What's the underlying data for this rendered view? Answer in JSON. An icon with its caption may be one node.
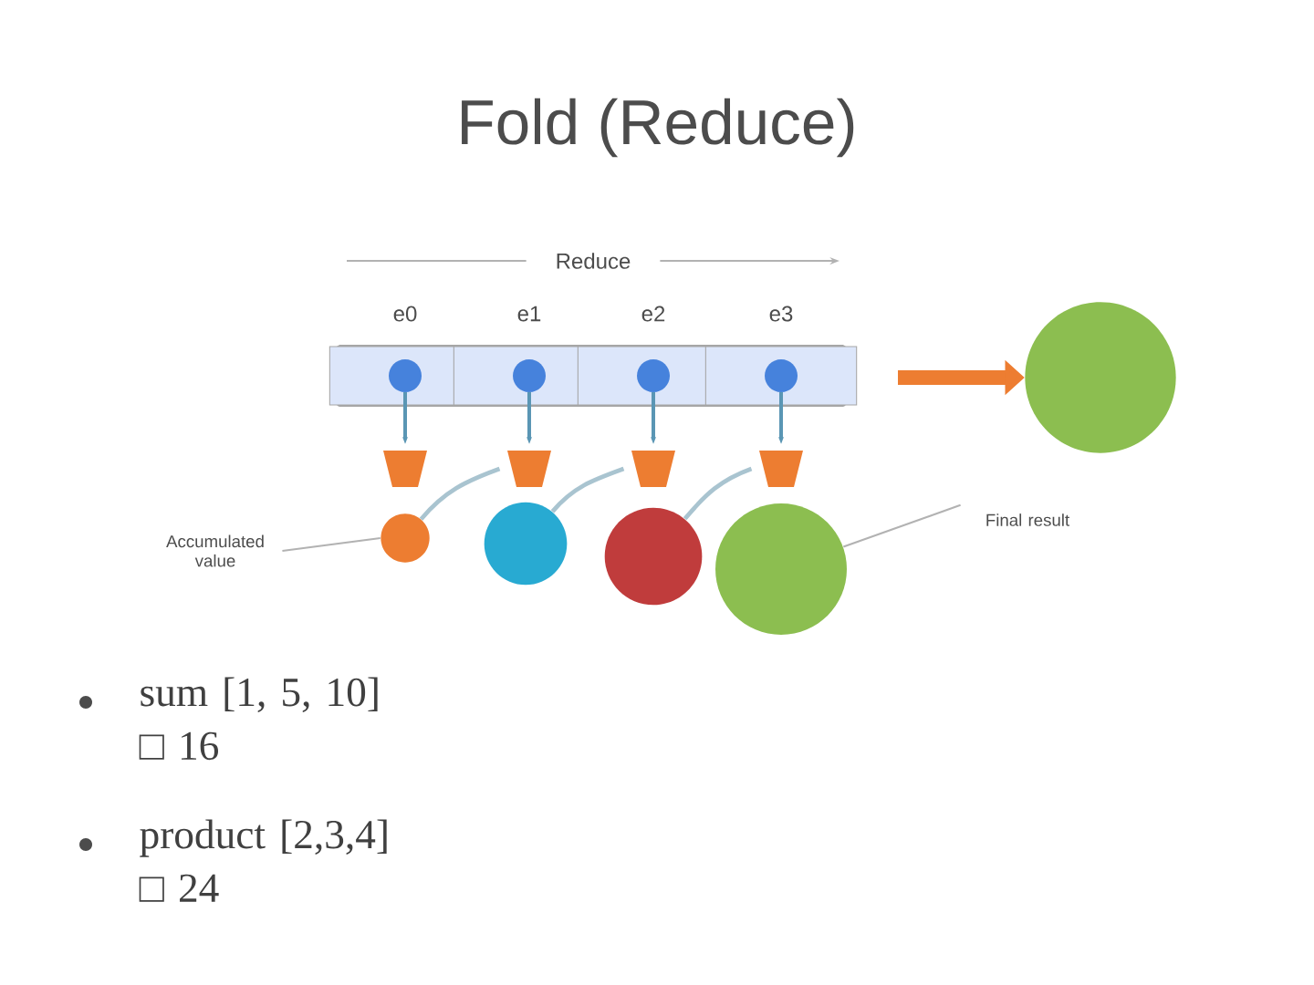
{
  "diagram": {
    "title": "Fold (Reduce)",
    "nodes": [
      {
        "text": [
          "e0"
        ]
      },
      {
        "text": [
          "e1"
        ]
      },
      {
        "text": [
          "e2"
        ]
      },
      {
        "text": [
          "e3"
        ]
      },
      {
        "text": [],
        "shape": "funnel"
      },
      {
        "text": [],
        "shape": "funnel"
      },
      {
        "text": [],
        "shape": "funnel"
      },
      {
        "text": [],
        "shape": "funnel"
      },
      {
        "text": [
          "Accumulated value"
        ]
      },
      {
        "text": [],
        "shape": "circle"
      },
      {
        "text": [],
        "shape": "circle"
      },
      {
        "text": [],
        "shape": "circle"
      },
      {
        "text": [],
        "shape": "circle"
      },
      {
        "text": [],
        "shape": "circle"
      },
      {
        "text": [
          "Final result"
        ]
      }
    ],
    "edges": [
      {
        "from": 0,
        "to": 4,
        "arrow": "to"
      },
      {
        "from": 1,
        "to": 5,
        "arrow": "to"
      },
      {
        "from": 2,
        "to": 6,
        "arrow": "to"
      },
      {
        "from": 3,
        "to": 7,
        "arrow": "to"
      },
      {
        "from": 8,
        "to": 9,
        "arrow": "none"
      },
      {
        "from": 9,
        "to": 5,
        "arrow": "none",
        "color": "#a9c4d0"
      },
      {
        "from": 10,
        "to": 6,
        "arrow": "none",
        "color": "#a9c4d0"
      },
      {
        "from": 11,
        "to": 7,
        "arrow": "none",
        "color": "#a9c4d0"
      },
      {
        "from": 3,
        "to": 13,
        "arrow": "to",
        "style": "thick",
        "color": "#ed7d31"
      },
      {
        "from": 14,
        "to": 12,
        "arrow": "none"
      }
    ],
    "labels": [
      "Reduce",
      "sum [1, 5, 10] □ 16",
      "product [2,3,4] □ 24"
    ]
  }
}
